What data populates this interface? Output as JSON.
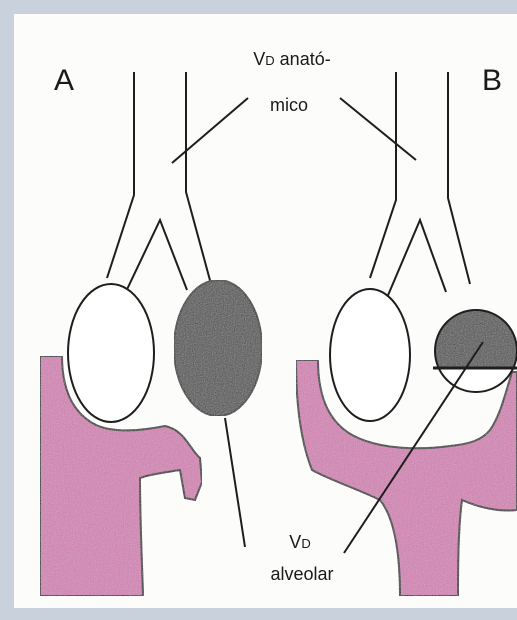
{
  "diagram": {
    "panels": [
      {
        "id": "A",
        "label": "A"
      },
      {
        "id": "B",
        "label": "B"
      }
    ],
    "labels": {
      "dead_space_anatomic": {
        "main": "V",
        "sub": "D",
        "rest": " anató-",
        "line2": "mico"
      },
      "dead_space_alveolar": {
        "main": "V",
        "sub": "D",
        "line2": "alveolar"
      }
    },
    "colors": {
      "frame": "#c9d2dc",
      "paper": "#fcfcfb",
      "ink": "#1e1e1e",
      "alveolus_dark": "#4b4b4b",
      "capillary": "#d77fb5"
    }
  }
}
